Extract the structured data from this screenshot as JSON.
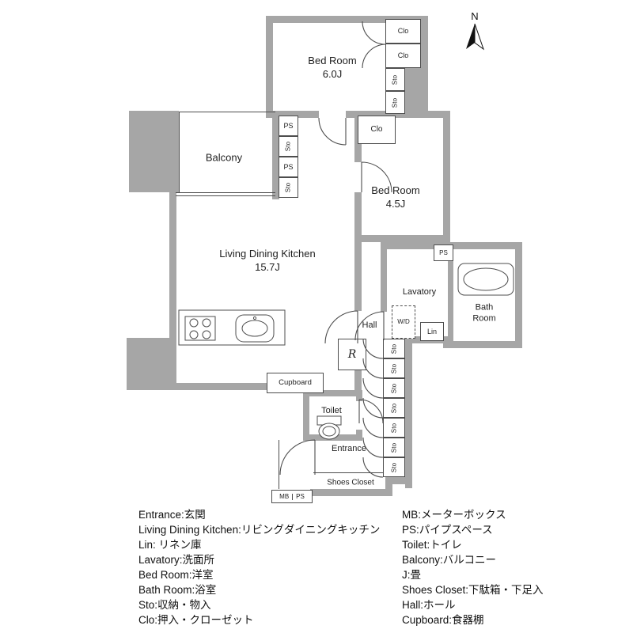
{
  "compass": {
    "label": "N"
  },
  "rooms": {
    "bedroom1": {
      "name": "Bed Room",
      "size": "6.0J"
    },
    "bedroom2": {
      "name": "Bed Room",
      "size": "4.5J"
    },
    "ldk": {
      "name": "Living Dining Kitchen",
      "size": "15.7J"
    },
    "balcony": {
      "name": "Balcony"
    },
    "lavatory": {
      "name": "Lavatory"
    },
    "bathroom": {
      "line1": "Bath",
      "line2": "Room"
    },
    "hall": {
      "name": "Hall"
    },
    "toilet": {
      "name": "Toilet"
    },
    "entrance": {
      "name": "Entrance"
    },
    "shoes_closet": {
      "name": "Shoes Closet"
    }
  },
  "labels": {
    "clo": "Clo",
    "sto": "Sto",
    "ps": "PS",
    "mb": "MB",
    "lin": "Lin",
    "wd": "W/D",
    "refrigerator": "R",
    "cupboard": "Cupboard"
  },
  "legend": {
    "left": [
      "Entrance:玄関",
      "Living Dining Kitchen:リビングダイニングキッチン",
      "Lin: リネン庫",
      "Lavatory:洗面所",
      "Bed Room:洋室",
      "Bath Room:浴室",
      "Sto:収納・物入",
      "Clo:押入・クローゼット"
    ],
    "right": [
      "MB:メーターボックス",
      "PS:パイプスペース",
      "Toilet:トイレ",
      "Balcony:バルコニー",
      "J:畳",
      "Shoes Closet:下駄箱・下足入",
      "Hall:ホール",
      "Cupboard:食器棚"
    ]
  },
  "colors": {
    "wall": "#a6a6a6",
    "line": "#4d4d4d",
    "text": "#1e1e1e"
  }
}
